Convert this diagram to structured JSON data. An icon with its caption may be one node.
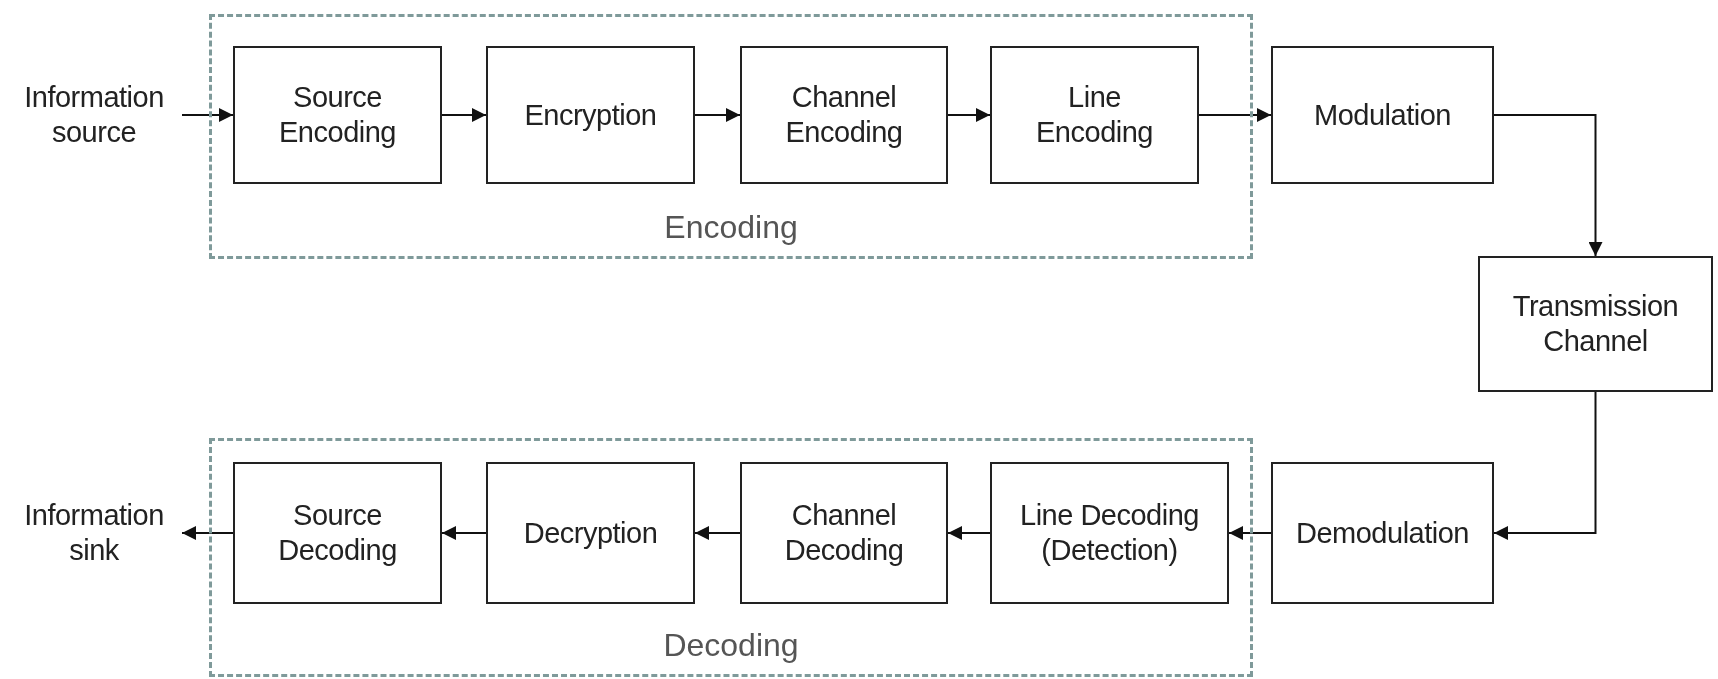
{
  "diagram": {
    "nodes": [
      {
        "text": [
          "Information source"
        ]
      },
      {
        "text": [
          "Encoding"
        ]
      },
      {
        "text": [
          "Source Encoding"
        ],
        "in": 1
      },
      {
        "text": [
          "Encryption"
        ],
        "in": 1
      },
      {
        "text": [
          "Channel Encoding"
        ],
        "in": 1
      },
      {
        "text": [
          "Line Encoding"
        ],
        "in": 1
      },
      {
        "text": [
          "Modulation"
        ]
      },
      {
        "text": [
          "Transmission Channel"
        ]
      },
      {
        "text": [
          "Demodulation"
        ]
      },
      {
        "text": [
          "Decoding"
        ]
      },
      {
        "text": [
          "Line Decoding (Detection)"
        ],
        "in": 9
      },
      {
        "text": [
          "Channel Decoding"
        ],
        "in": 9
      },
      {
        "text": [
          "Decryption"
        ],
        "in": 9
      },
      {
        "text": [
          "Source Decoding"
        ],
        "in": 9
      },
      {
        "text": [
          "Information sink"
        ]
      }
    ],
    "edges": [
      {
        "from": 0,
        "to": 2,
        "arrow": "to"
      },
      {
        "from": 2,
        "to": 3,
        "arrow": "to"
      },
      {
        "from": 3,
        "to": 4,
        "arrow": "to"
      },
      {
        "from": 4,
        "to": 5,
        "arrow": "to"
      },
      {
        "from": 5,
        "to": 6,
        "arrow": "to"
      },
      {
        "from": 6,
        "to": 7,
        "arrow": "to"
      },
      {
        "from": 7,
        "to": 8,
        "arrow": "to"
      },
      {
        "from": 8,
        "to": 10,
        "arrow": "to"
      },
      {
        "from": 10,
        "to": 11,
        "arrow": "to"
      },
      {
        "from": 11,
        "to": 12,
        "arrow": "to"
      },
      {
        "from": 12,
        "to": 13,
        "arrow": "to"
      },
      {
        "from": 13,
        "to": 14,
        "arrow": "to"
      }
    ]
  }
}
